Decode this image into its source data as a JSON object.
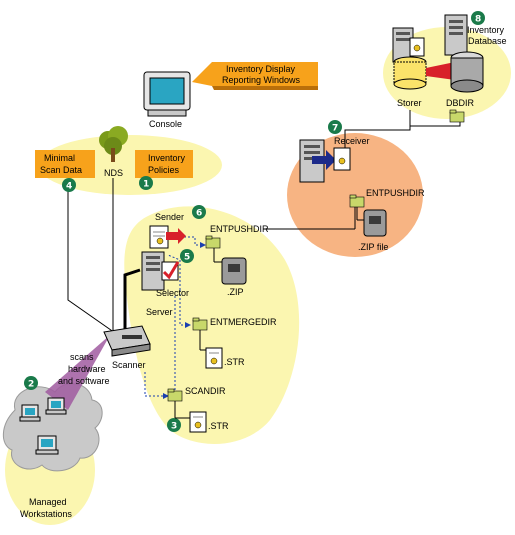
{
  "labels": {
    "console": "Console",
    "inventory_display": "Inventory Display",
    "reporting_windows": "Reporting Windows",
    "minimal": "Minimal",
    "scan_data": "Scan Data",
    "nds": "NDS",
    "inventory": "Inventory",
    "policies": "Policies",
    "sender": "Sender",
    "entpushdir_main": "ENTPUSHDIR",
    "zip": ".ZIP",
    "selector": "Selector",
    "server": "Server",
    "entmergedir": "ENTMERGEDIR",
    "str1": ".STR",
    "scandir": "SCANDIR",
    "str2": ".STR",
    "scanner": "Scanner",
    "scans": "scans",
    "hardware": "hardware",
    "and_software": "and software",
    "managed": "Managed",
    "workstations": "Workstations",
    "receiver": "Receiver",
    "entpushdir_recv": "ENTPUSHDIR",
    "zip_file": ".ZIP file",
    "storer": "Storer",
    "dbdir": "DBDIR",
    "inventory_db_1": "Inventory",
    "inventory_db_2": "Database"
  },
  "steps": [
    "1",
    "2",
    "3",
    "4",
    "5",
    "6",
    "7",
    "8"
  ],
  "icons": [
    "monitor-icon",
    "tree-icon",
    "server-icon",
    "folder-icon",
    "document-icon",
    "zip-drive-icon",
    "scanner-icon",
    "workstation-icon",
    "database-icon",
    "arrow-icon",
    "checkmark-icon"
  ],
  "colors": {
    "orange_label": "#f7a21b",
    "yellow_bg": "#fbf6b0",
    "peach_bg": "#f7b483",
    "grey_cloud": "#c9c9c9",
    "purple_beam": "#a05aa0",
    "step_green": "#1a7a4a",
    "dashed_blue": "#1a3fb0",
    "red_arrow": "#d8202a",
    "navy_arrow": "#1c2a8a"
  }
}
